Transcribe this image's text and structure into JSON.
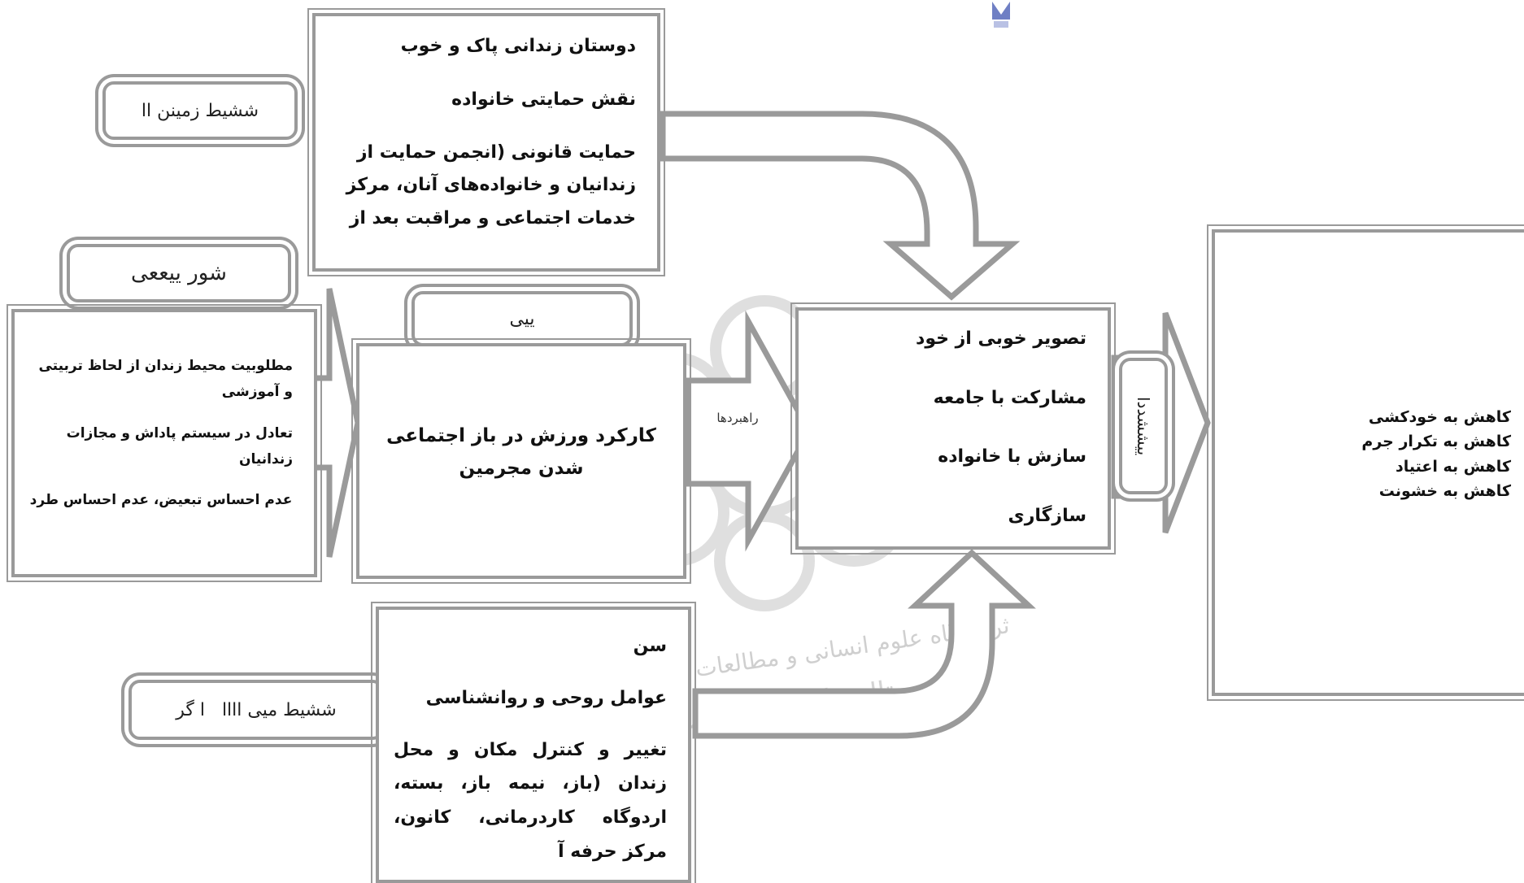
{
  "labels": {
    "contextual": "ششیط زمینن اا",
    "causal": "شور ییععی",
    "core": "ییی",
    "strategies": "راهبردها",
    "consequences": "ییششددا",
    "intervening": "ششیط میی اااا   ا گر"
  },
  "contextual_box": {
    "line1": "دوستان زندانی پاک و خوب",
    "line2": "نقش حمایتی خانواده",
    "line3": "حمایت قانونی (انجمن حمایت از زندانیان و خانواده‌های آنان، مرکز خدمات اجتماعی و مراقبت بعد از"
  },
  "causal_box": {
    "line1": "مطلوبیت محیط زندان از لحاظ تربیتی و آموزشی",
    "line2": "تعادل در سیستم پاداش و مجازات زندانیان",
    "line3": "عدم احساس تبعیض، عدم احساس طرد"
  },
  "core_box": {
    "text": "کارکرد ورزش در باز اجتماعی شدن مجرمین"
  },
  "strategy_box": {
    "line1": "تصویر خوبی از خود",
    "line2": "مشارکت با جامعه",
    "line3": "سازش با خانواده",
    "line4": "سازگاری"
  },
  "intervening_box": {
    "line1": "سن",
    "line2": "عوامل روحی و روانشناسی",
    "line3": "تغییر و کنترل مکان و محل زندان (باز، نیمه باز، بسته، اردوگاه کاردرمانی، کانون، مرکز حرفه آ"
  },
  "consequence_box": {
    "line1": "کاهش به خودکشی",
    "line2": "کاهش به تکرار جرم",
    "line3": "کاهش به اعتیاد",
    "line4": "کاهش به خشونت"
  }
}
